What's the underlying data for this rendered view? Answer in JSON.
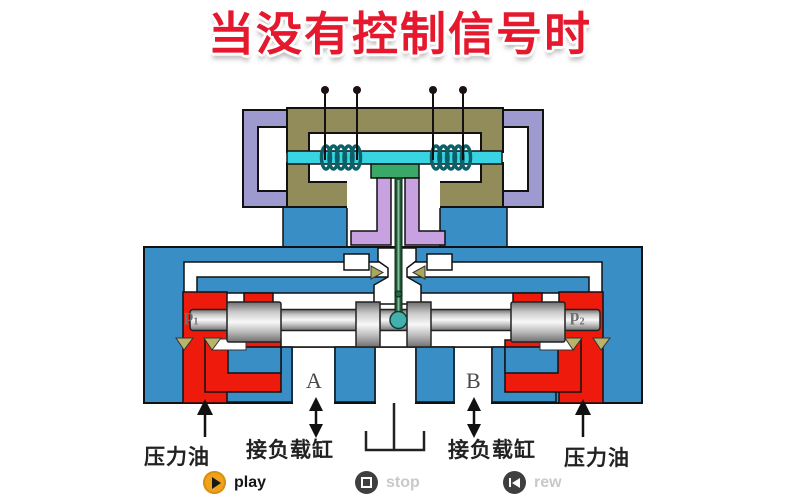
{
  "title": {
    "text": "当没有控制信号时",
    "color": "#e6182e"
  },
  "diagram": {
    "description": "electro-hydraulic servo valve cross-section, torque motor on top of spool valve",
    "port_labels": {
      "p1": "p₁",
      "p2": "p₂",
      "a": "A",
      "b": "B"
    },
    "annotations": {
      "pressure_oil_left": "压力油",
      "load_cylinder_left": "接负载缸",
      "load_cylinder_right": "接负载缸",
      "pressure_oil_right": "压力油"
    },
    "colors": {
      "body_blue": "#3a8ec6",
      "pressure_red": "#ee1b0c",
      "magnet_khaki": "#918c5a",
      "frame_purple": "#9e99ce",
      "flapper_lilac": "#c7a1e0",
      "armature_cyan": "#38d4e4",
      "coil_teal": "#0c6068",
      "mount_green": "#3aa968",
      "ball_teal": "#43b0ac",
      "title_red": "#e6182e"
    }
  },
  "controls": {
    "play": {
      "label": "play"
    },
    "stop": {
      "label": "stop"
    },
    "rew": {
      "label": "rew"
    }
  }
}
